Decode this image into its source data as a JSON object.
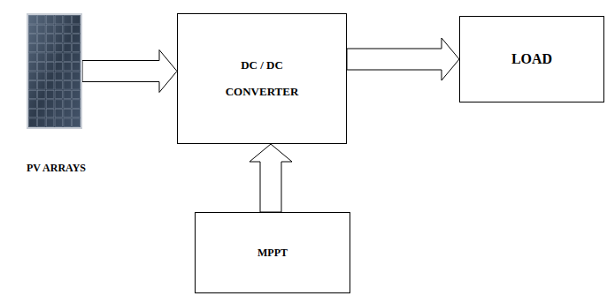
{
  "diagram": {
    "nodes": [
      {
        "text": [
          "PV ARRAYS"
        ]
      },
      {
        "text": [
          "DC / DC CONVERTER"
        ]
      },
      {
        "text": [
          "LOAD"
        ]
      },
      {
        "text": [
          "MPPT"
        ]
      }
    ],
    "edges": [
      {
        "from": 0,
        "to": 1,
        "arrow": "to"
      },
      {
        "from": 1,
        "to": 2,
        "arrow": "to"
      },
      {
        "from": 3,
        "to": 1,
        "arrow": "to"
      }
    ]
  }
}
